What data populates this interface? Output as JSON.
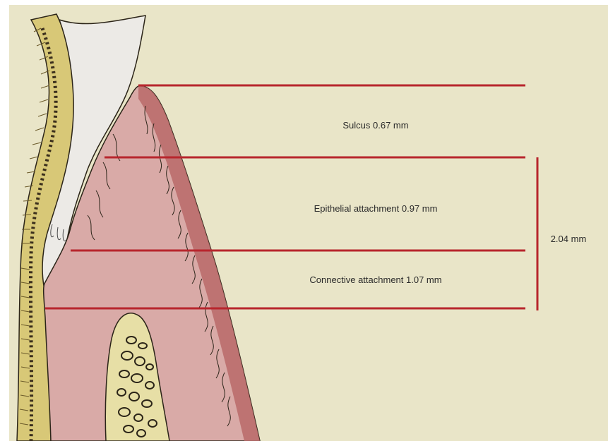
{
  "labels": {
    "sulcus": "Sulcus 0.67 mm",
    "epithelial": "Epithelial attachment 0.97 mm",
    "connective": "Connective attachment 1.07 mm",
    "total": "2.04 mm"
  },
  "colors": {
    "background": "#e9e5c8",
    "marker_lines": "#b8262d",
    "gingiva": "#d9aaa7",
    "gingiva_edge": "#b5615f",
    "enamel": "#eceae6",
    "tooth_yellow": "#d8c877",
    "bone": "#e7dfa6"
  }
}
